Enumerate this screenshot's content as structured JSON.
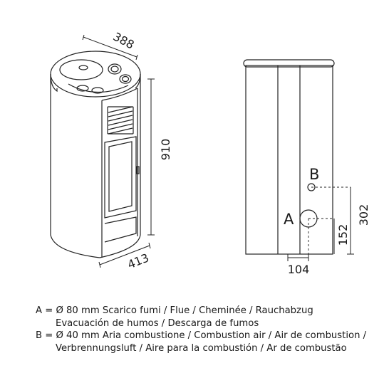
{
  "dimensions": {
    "depth": "388",
    "height": "910",
    "width": "413",
    "outlet_b_height": "302",
    "outlet_a_height": "152",
    "rear_offset": "104"
  },
  "labels": {
    "a": "A",
    "b": "B"
  },
  "legend": {
    "a_line1": "A = Ø 80 mm  Scarico fumi / Flue / Cheminée / Rauchabzug",
    "a_line2": "Evacuación de humos / Descarga de fumos",
    "b_line1": "B = Ø 40 mm  Aria combustione / Combustion air / Air de combustion /",
    "b_line2": "Verbrennungsluft / Aire para la combustión / Ar de combustão"
  }
}
